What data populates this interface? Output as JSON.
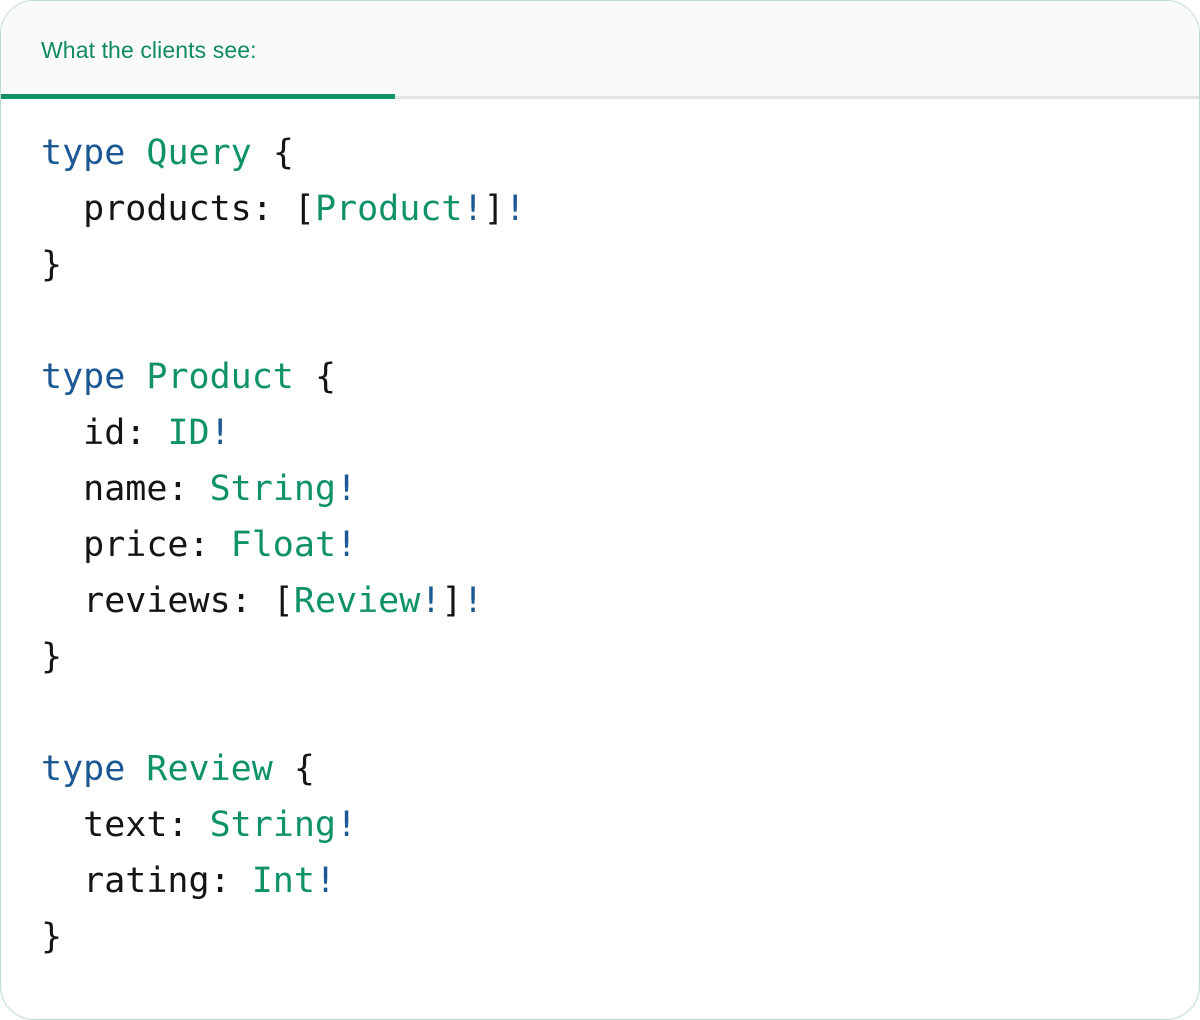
{
  "card": {
    "border_color": "#bcdccd",
    "background": "#ffffff"
  },
  "tabs": {
    "active_index": 0,
    "items": [
      {
        "label": "What the clients see:"
      }
    ],
    "accent_color": "#0f9268",
    "strip_background": "#fafafa",
    "divider_color": "#e4e4e4"
  },
  "code": {
    "language": "graphql",
    "colors": {
      "keyword": "#1a5793",
      "type": "#0f9268",
      "plain": "#141414",
      "bang": "#1a5793",
      "punctuation": "#141414"
    },
    "text": "type Query {\n  products: [Product!]!\n}\n\ntype Product {\n  id: ID!\n  name: String!\n  price: Float!\n  reviews: [Review!]!\n}\n\ntype Review {\n  text: String!\n  rating: Int!\n}",
    "lines": [
      {
        "tokens": [
          {
            "t": "type",
            "c": "kw"
          },
          {
            "t": " ",
            "c": "plain"
          },
          {
            "t": "Query",
            "c": "type"
          },
          {
            "t": " ",
            "c": "plain"
          },
          {
            "t": "{",
            "c": "punct"
          }
        ]
      },
      {
        "tokens": [
          {
            "t": "  products: ",
            "c": "plain"
          },
          {
            "t": "[",
            "c": "punct"
          },
          {
            "t": "Product",
            "c": "type"
          },
          {
            "t": "!",
            "c": "bang"
          },
          {
            "t": "]",
            "c": "punct"
          },
          {
            "t": "!",
            "c": "bang"
          }
        ]
      },
      {
        "tokens": [
          {
            "t": "}",
            "c": "punct"
          }
        ]
      },
      {
        "tokens": []
      },
      {
        "tokens": [
          {
            "t": "type",
            "c": "kw"
          },
          {
            "t": " ",
            "c": "plain"
          },
          {
            "t": "Product",
            "c": "type"
          },
          {
            "t": " ",
            "c": "plain"
          },
          {
            "t": "{",
            "c": "punct"
          }
        ]
      },
      {
        "tokens": [
          {
            "t": "  id: ",
            "c": "plain"
          },
          {
            "t": "ID",
            "c": "type"
          },
          {
            "t": "!",
            "c": "bang"
          }
        ]
      },
      {
        "tokens": [
          {
            "t": "  name: ",
            "c": "plain"
          },
          {
            "t": "String",
            "c": "type"
          },
          {
            "t": "!",
            "c": "bang"
          }
        ]
      },
      {
        "tokens": [
          {
            "t": "  price: ",
            "c": "plain"
          },
          {
            "t": "Float",
            "c": "type"
          },
          {
            "t": "!",
            "c": "bang"
          }
        ]
      },
      {
        "tokens": [
          {
            "t": "  reviews: ",
            "c": "plain"
          },
          {
            "t": "[",
            "c": "punct"
          },
          {
            "t": "Review",
            "c": "type"
          },
          {
            "t": "!",
            "c": "bang"
          },
          {
            "t": "]",
            "c": "punct"
          },
          {
            "t": "!",
            "c": "bang"
          }
        ]
      },
      {
        "tokens": [
          {
            "t": "}",
            "c": "punct"
          }
        ]
      },
      {
        "tokens": []
      },
      {
        "tokens": [
          {
            "t": "type",
            "c": "kw"
          },
          {
            "t": " ",
            "c": "plain"
          },
          {
            "t": "Review",
            "c": "type"
          },
          {
            "t": " ",
            "c": "plain"
          },
          {
            "t": "{",
            "c": "punct"
          }
        ]
      },
      {
        "tokens": [
          {
            "t": "  text: ",
            "c": "plain"
          },
          {
            "t": "String",
            "c": "type"
          },
          {
            "t": "!",
            "c": "bang"
          }
        ]
      },
      {
        "tokens": [
          {
            "t": "  rating: ",
            "c": "plain"
          },
          {
            "t": "Int",
            "c": "type"
          },
          {
            "t": "!",
            "c": "bang"
          }
        ]
      },
      {
        "tokens": [
          {
            "t": "}",
            "c": "punct"
          }
        ]
      }
    ]
  }
}
